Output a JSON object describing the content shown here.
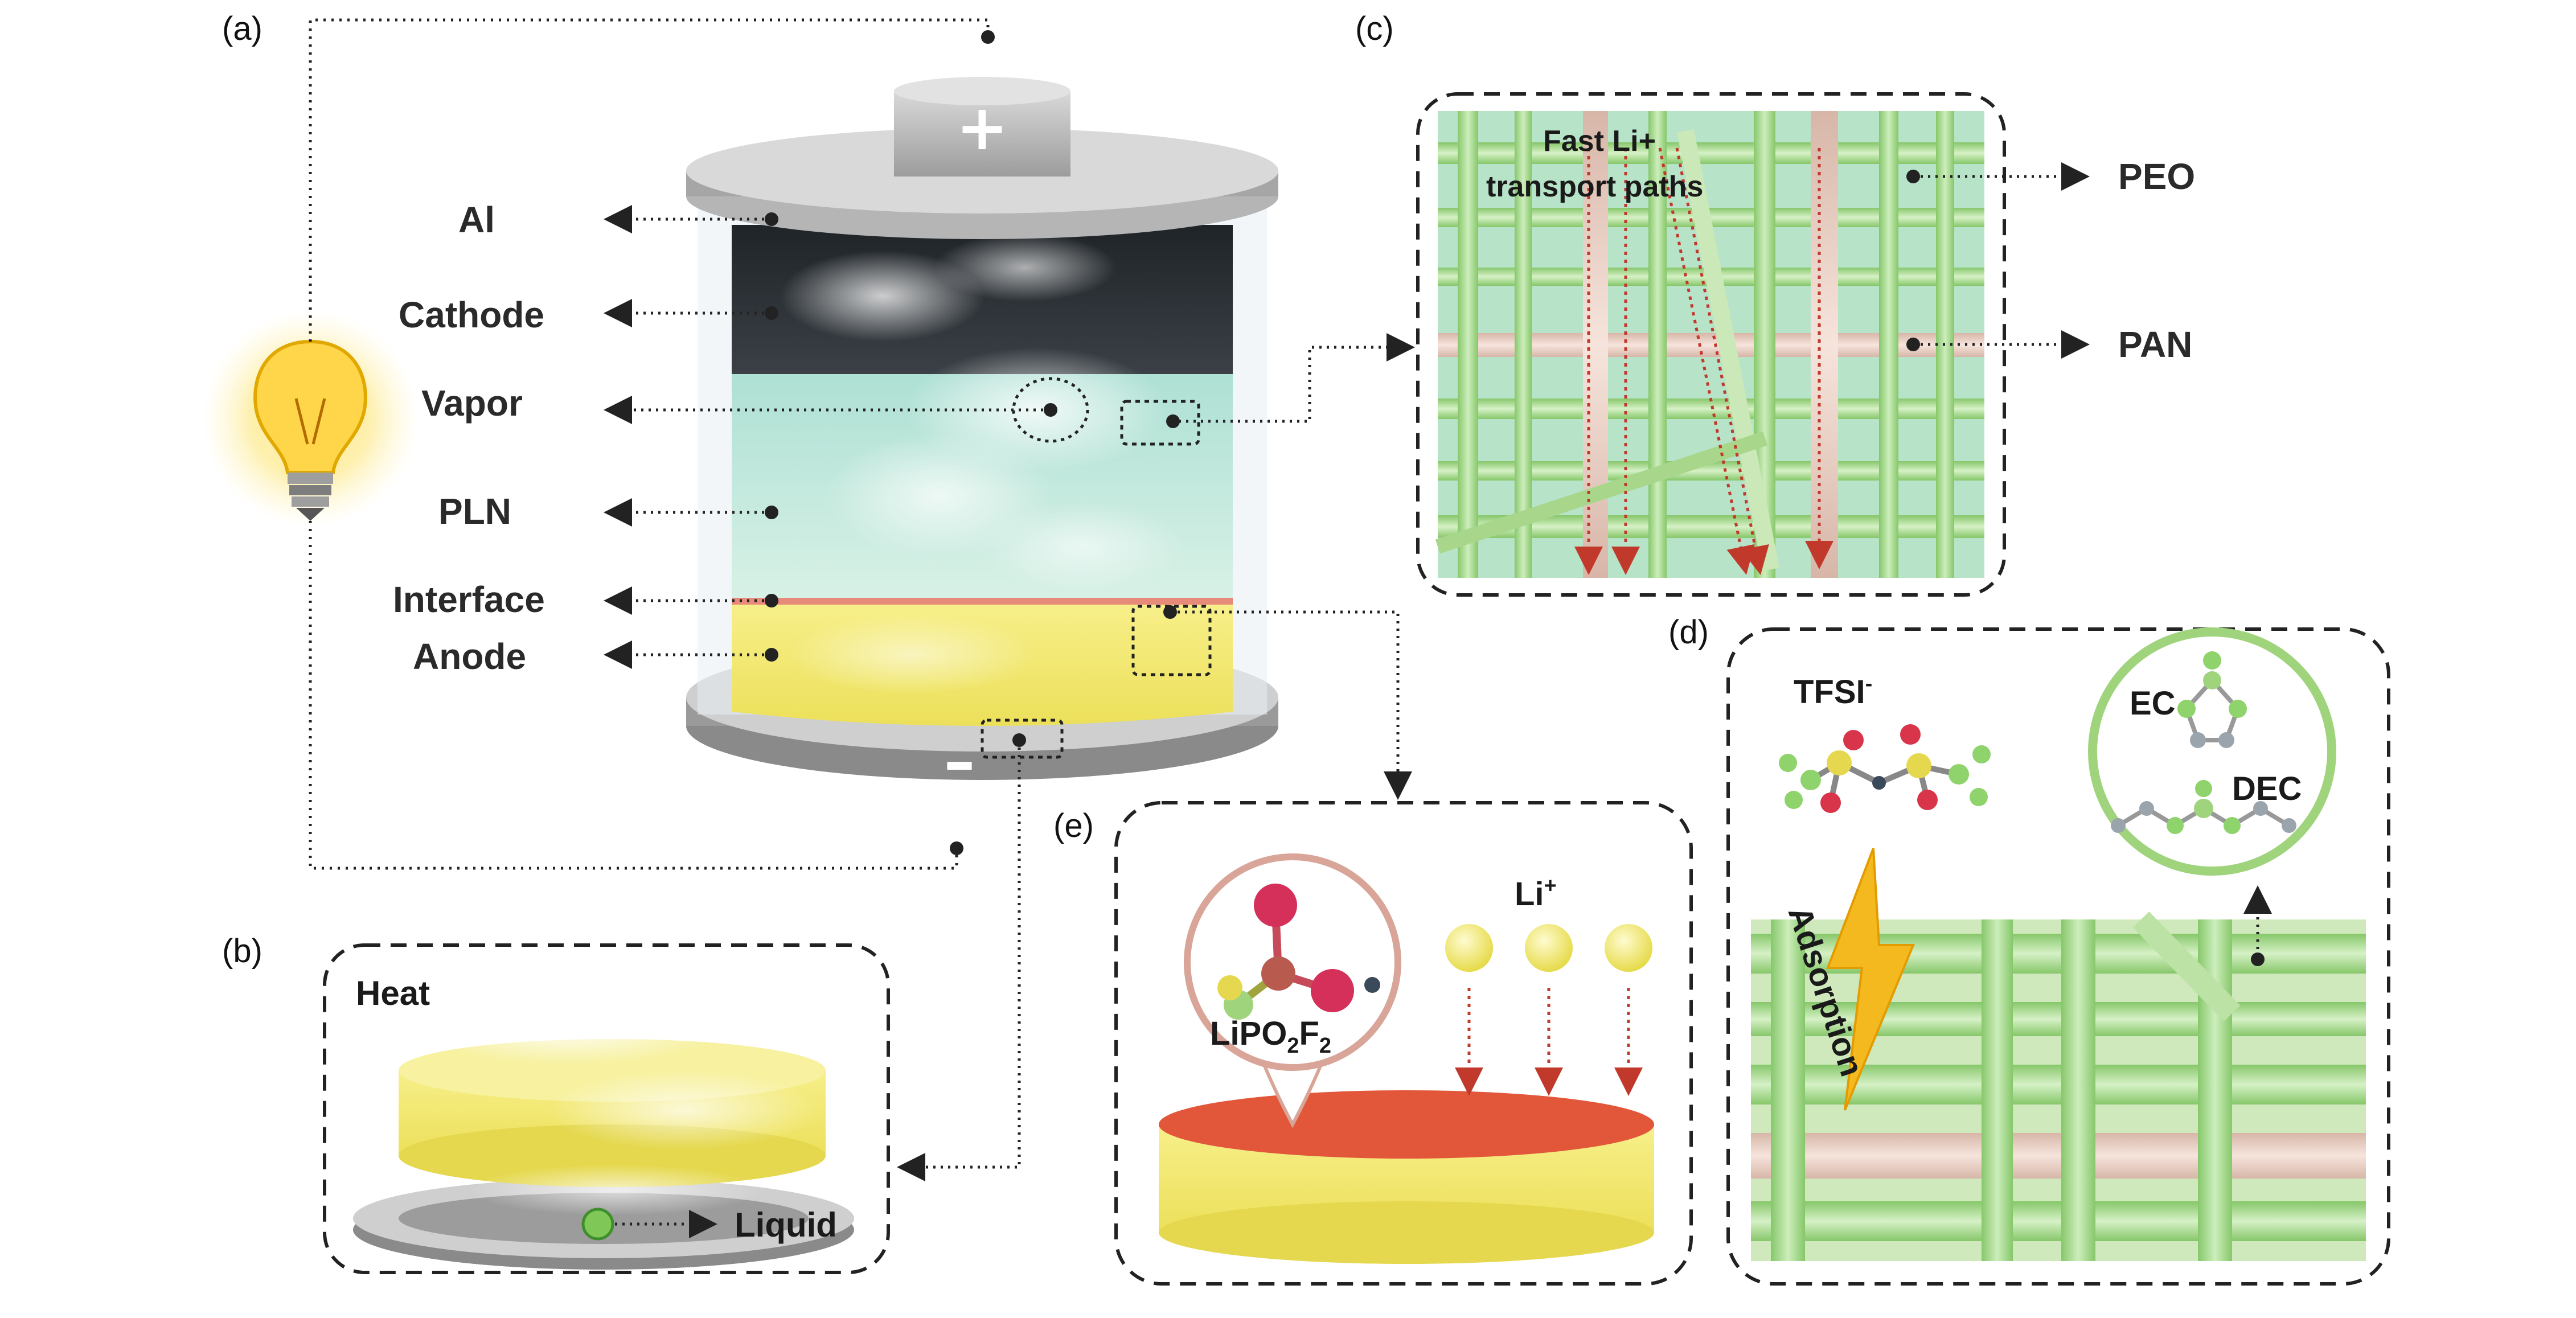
{
  "panels": {
    "a": "(a)",
    "b": "(b)",
    "c": "(c)",
    "d": "(d)",
    "e": "(e)"
  },
  "battery": {
    "plus": "+",
    "minus": "–",
    "layers": [
      "Al",
      "Cathode",
      "Vapor",
      "PLN",
      "Interface",
      "Anode"
    ]
  },
  "panel_b": {
    "heat": "Heat",
    "liquid": "Liquid"
  },
  "panel_c": {
    "paths_line1": "Fast Li+",
    "paths_line2": "transport paths",
    "peo": "PEO",
    "pan": "PAN"
  },
  "panel_d": {
    "tfsi": "TFSI",
    "tfsi_sup": "-",
    "ec": "EC",
    "dec": "DEC",
    "adsorption": "Adsorption"
  },
  "panel_e": {
    "li": "Li",
    "li_sup": "+",
    "lipo": "LiPO",
    "lipo_sub1": "2",
    "lipo_mid": "F",
    "lipo_sub2": "2"
  },
  "colors": {
    "cathode": "#2b2f33",
    "pln": "#bfe7dc",
    "anode": "#f3e96a",
    "fiber": "#a9d98a",
    "interface": "#e88a7a",
    "dash": "#222222"
  }
}
